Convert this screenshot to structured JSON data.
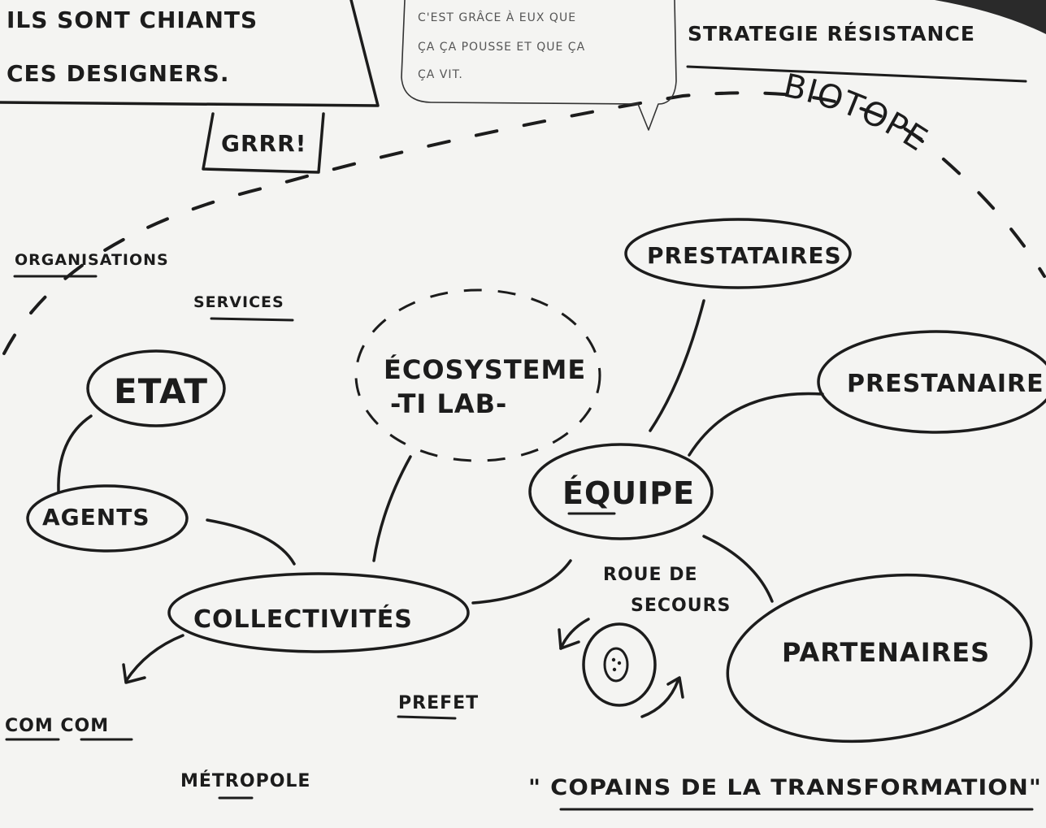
{
  "speech_bubble": {
    "lines": [
      "ILS SONT CHIANTS",
      "CES DESIGNERS."
    ],
    "growl": "GRRR!"
  },
  "quote_bubble": {
    "lines": [
      "C'EST GRÂCE À EUX QUE",
      "ÇA ÇA POUSSE ET QUE ÇA",
      "ÇA VIT."
    ]
  },
  "header": {
    "strategy": "STRATEGIE RÉSISTANCE",
    "biotope": "BIOTOPE"
  },
  "nodes": {
    "ecosystem": [
      "ÉCOSYSTEME",
      "-TI LAB-"
    ],
    "etat": "ETAT",
    "agents": "AGENTS",
    "collectivites": "COLLECTIVITÉS",
    "equipe": "ÉQUIPE",
    "prestataires": "PRESTATAIRES",
    "prestanaire": "PRESTANAIRE",
    "partenaires": "PARTENAIRES"
  },
  "labels": {
    "organisations": "ORGANISATIONS",
    "services": "SERVICES",
    "com_com": "COM COM",
    "metropole": "MÉTROPOLE",
    "prefet": "PREFET",
    "roue": [
      "ROUE DE",
      "SECOURS"
    ],
    "copains": "\" COPAINS DE LA TRANSFORMATION\""
  },
  "colors": {
    "ink": "#1c1c1c",
    "paper": "#f4f4f2"
  }
}
